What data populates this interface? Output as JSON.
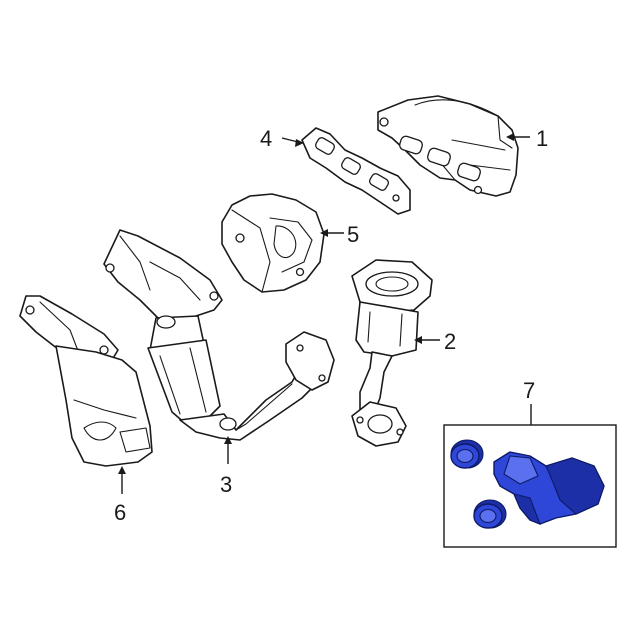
{
  "callouts": {
    "c1": "1",
    "c2": "2",
    "c3": "3",
    "c4": "4",
    "c5": "5",
    "c6": "6",
    "c7": "7"
  },
  "colors": {
    "highlight": "#2f47d8",
    "line": "#1a1a1a",
    "background": "#ffffff"
  }
}
